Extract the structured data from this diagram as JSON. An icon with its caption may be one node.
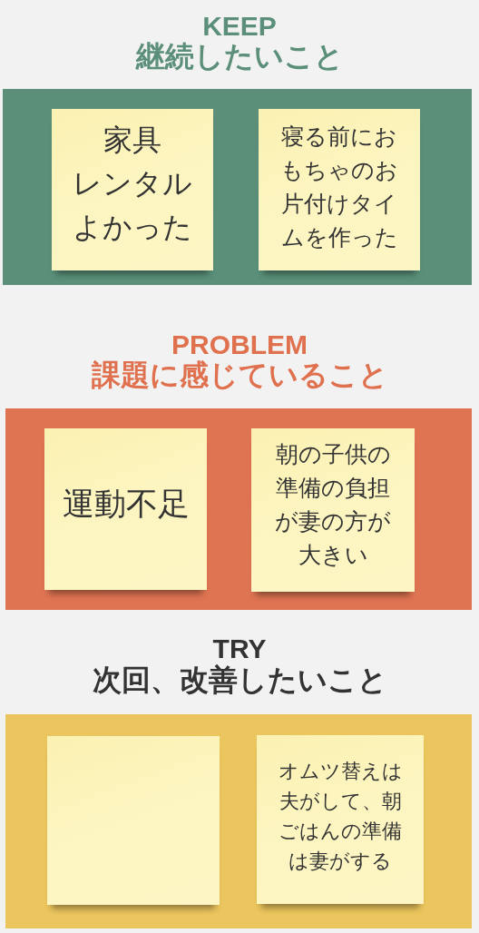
{
  "diagram": {
    "nodes": [
      {
        "text": [
          "KEEP",
          "継続したいこと"
        ]
      },
      {
        "text": [
          "家具レンタルよかった"
        ],
        "in": 0
      },
      {
        "text": [
          "寝る前におもちゃのお片付けタイムを作った"
        ],
        "in": 0
      },
      {
        "text": [
          "PROBLEM",
          "課題に感じていること"
        ]
      },
      {
        "text": [
          "運動不足"
        ],
        "in": 3
      },
      {
        "text": [
          "朝の子供の準備の負担が妻の方が大きい"
        ],
        "in": 3
      },
      {
        "text": [
          "TRY",
          "次回、改善したいこと"
        ]
      },
      {
        "text": [],
        "shape": "box",
        "in": 6
      },
      {
        "text": [
          "オムツ替えは夫がして、朝ごはんの準備は妻がする"
        ],
        "in": 6
      }
    ]
  }
}
